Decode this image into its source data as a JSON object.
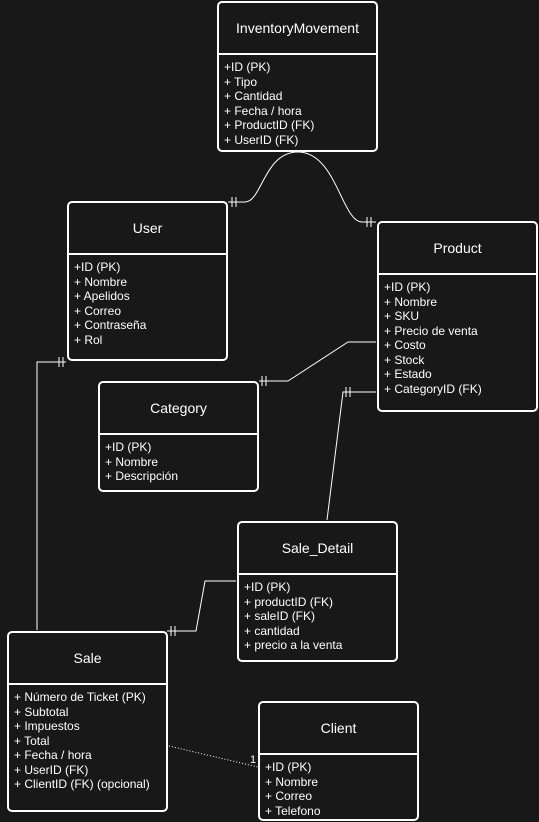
{
  "entities": {
    "inventory_movement": {
      "title": "InventoryMovement",
      "attrs": [
        "+ID (PK)",
        "+ Tipo",
        "+ Cantidad",
        "+ Fecha / hora",
        "+ ProductID (FK)",
        "+ UserID (FK)"
      ]
    },
    "user": {
      "title": "User",
      "attrs": [
        "+ID (PK)",
        "+ Nombre",
        "+ Apelidos",
        "+ Correo",
        "+ Contraseña",
        "+ Rol"
      ]
    },
    "product": {
      "title": "Product",
      "attrs": [
        "+ID (PK)",
        "+ Nombre",
        "+ SKU",
        "+ Precio de venta",
        "+ Costo",
        "+ Stock",
        "+ Estado",
        "+ CategoryID (FK)"
      ]
    },
    "category": {
      "title": "Category",
      "attrs": [
        "+ID (PK)",
        "+ Nombre",
        "+ Descripción"
      ]
    },
    "sale_detail": {
      "title": "Sale_Detail",
      "attrs": [
        "+ID (PK)",
        "+ productID (FK)",
        "+ saleID (FK)",
        "+ cantidad",
        "+ precio a la venta"
      ]
    },
    "sale": {
      "title": "Sale",
      "attrs": [
        "+ Número de Ticket (PK)",
        "+ Subtotal",
        "+ Impuestos",
        "+ Total",
        "+ Fecha / hora",
        "+ UserID (FK)",
        "+ ClientID (FK) (opcional)"
      ]
    },
    "client": {
      "title": "Client",
      "attrs": [
        "+ID (PK)",
        "+ Nombre",
        "+ Correo",
        "+ Telefono"
      ]
    }
  },
  "relation_labels": {
    "sale_client": "1"
  },
  "colors": {
    "background": "#181818",
    "line": "#ffffff"
  }
}
